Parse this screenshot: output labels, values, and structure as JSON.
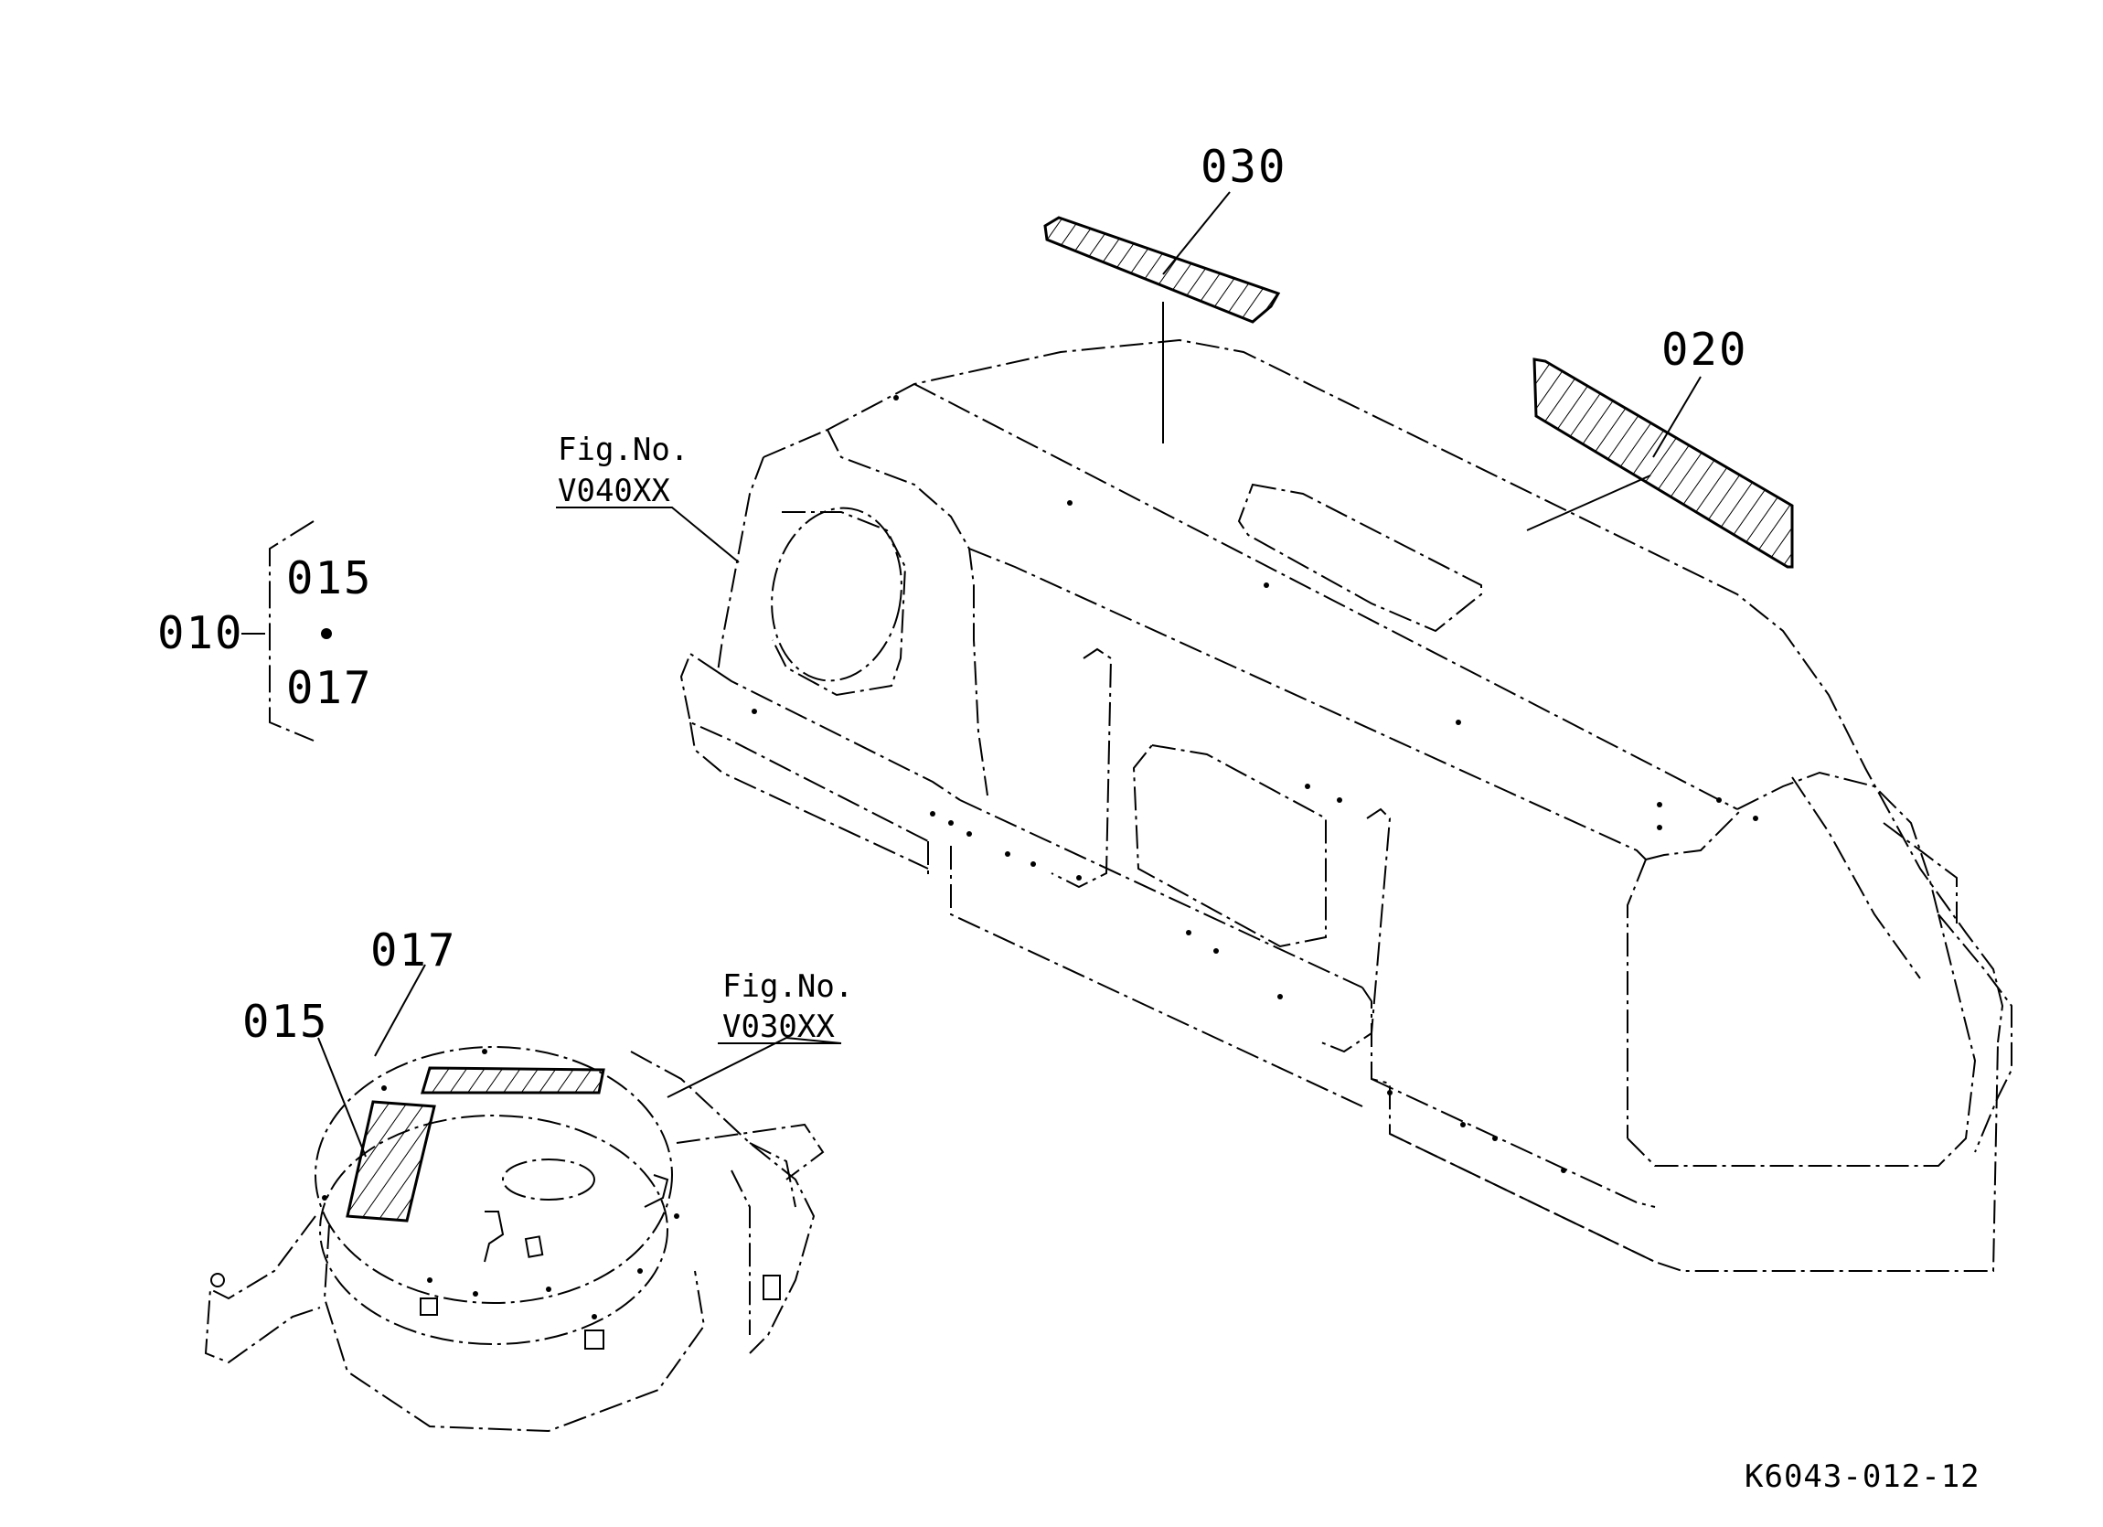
{
  "callouts": {
    "p030": "030",
    "p020": "020",
    "p010": "010",
    "p015_group": "015",
    "p017_group": "017",
    "p017": "017",
    "p015": "015"
  },
  "fig_refs": {
    "upper": {
      "line1": "Fig.No.",
      "line2": "V040XX"
    },
    "lower": {
      "line1": "Fig.No.",
      "line2": "V030XX"
    }
  },
  "drawing_number": "K6043-012-12",
  "colors": {
    "ink": "#000000",
    "paper": "#ffffff"
  }
}
